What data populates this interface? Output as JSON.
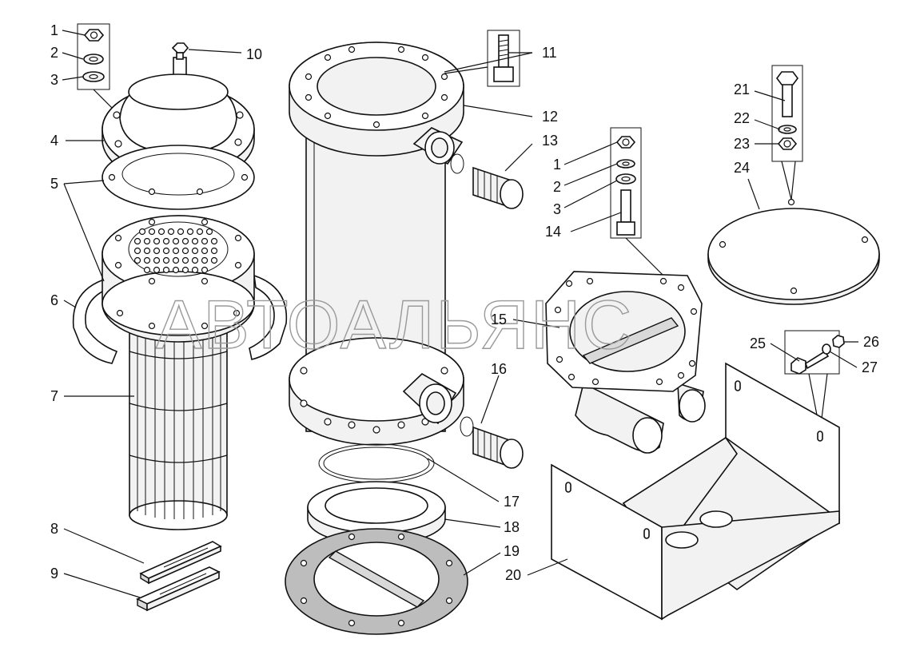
{
  "diagram": {
    "watermark": "АВТОАЛЬЯНС",
    "callouts": [
      {
        "id": "c1a",
        "text": "1"
      },
      {
        "id": "c2a",
        "text": "2"
      },
      {
        "id": "c3a",
        "text": "3"
      },
      {
        "id": "c4",
        "text": "4"
      },
      {
        "id": "c5",
        "text": "5"
      },
      {
        "id": "c6",
        "text": "6"
      },
      {
        "id": "c7",
        "text": "7"
      },
      {
        "id": "c8",
        "text": "8"
      },
      {
        "id": "c9",
        "text": "9"
      },
      {
        "id": "c10",
        "text": "10"
      },
      {
        "id": "c11",
        "text": "11"
      },
      {
        "id": "c12",
        "text": "12"
      },
      {
        "id": "c13",
        "text": "13"
      },
      {
        "id": "c1b",
        "text": "1"
      },
      {
        "id": "c2b",
        "text": "2"
      },
      {
        "id": "c3b",
        "text": "3"
      },
      {
        "id": "c14",
        "text": "14"
      },
      {
        "id": "c15",
        "text": "15"
      },
      {
        "id": "c16",
        "text": "16"
      },
      {
        "id": "c17",
        "text": "17"
      },
      {
        "id": "c18",
        "text": "18"
      },
      {
        "id": "c19",
        "text": "19"
      },
      {
        "id": "c20",
        "text": "20"
      },
      {
        "id": "c21",
        "text": "21"
      },
      {
        "id": "c22",
        "text": "22"
      },
      {
        "id": "c23",
        "text": "23"
      },
      {
        "id": "c24",
        "text": "24"
      },
      {
        "id": "c25",
        "text": "25"
      },
      {
        "id": "c26",
        "text": "26"
      },
      {
        "id": "c27",
        "text": "27"
      }
    ]
  }
}
